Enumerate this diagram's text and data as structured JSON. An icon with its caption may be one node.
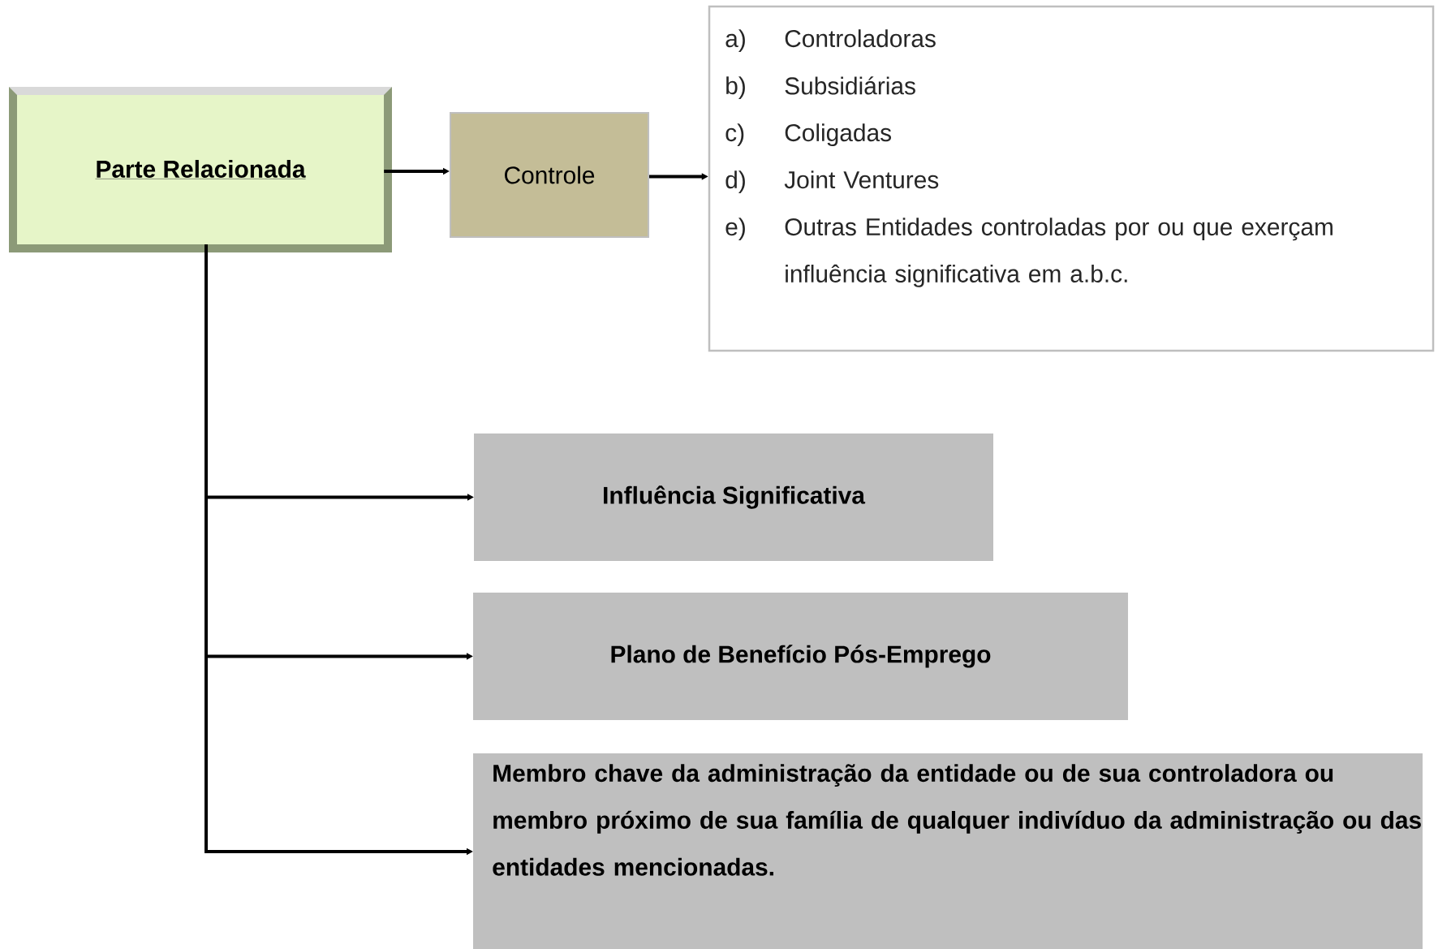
{
  "diagram": {
    "nodes": [
      {
        "text": [
          "Parte Relacionada"
        ]
      },
      {
        "text": [
          "Controle"
        ]
      },
      {
        "text": [
          "a)",
          "Controladoras",
          "b)",
          "Subsidiárias",
          "c)",
          "Coligadas",
          "d)",
          "Joint Ventures",
          "e)",
          "Outras Entidades controladas por ou que exerçam influência significativa em a.b.c."
        ]
      },
      {
        "text": [
          "Influência Significativa"
        ]
      },
      {
        "text": [
          "Plano de Benefício Pós-Emprego"
        ]
      },
      {
        "text": [
          "Membro chave da administração da entidade ou de sua controladora ou membro próximo de sua família de qualquer indivíduo da administração ou das entidades mencionadas."
        ]
      }
    ],
    "edges": [
      {
        "from": 0,
        "to": 1,
        "arrow": "to"
      },
      {
        "from": 1,
        "to": 2,
        "arrow": "to"
      },
      {
        "from": 0,
        "to": 3,
        "arrow": "to"
      },
      {
        "from": 0,
        "to": 4,
        "arrow": "to"
      },
      {
        "from": 0,
        "to": 5,
        "arrow": "to"
      }
    ]
  }
}
